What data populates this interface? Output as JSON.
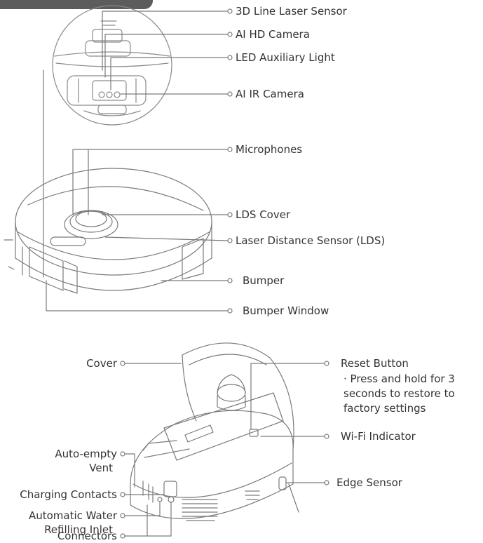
{
  "top_labels": {
    "line_laser": "3D Line Laser Sensor",
    "hd_camera": "AI HD Camera",
    "led_light": "LED Auxiliary Light",
    "ir_camera": "AI IR Camera",
    "microphones": "Microphones",
    "lds_cover": "LDS Cover",
    "lds": "Laser Distance Sensor (LDS)",
    "bumper": "Bumper",
    "bumper_window": "Bumper Window"
  },
  "bottom_labels": {
    "cover": "Cover",
    "reset_button": "Reset Button",
    "reset_note": "· Press and hold for 3 seconds to restore to factory settings",
    "wifi": "Wi-Fi Indicator",
    "edge_sensor": "Edge Sensor",
    "auto_empty_1": "Auto-empty",
    "auto_empty_2": "Vent",
    "charging": "Charging Contacts",
    "water_1": "Automatic Water",
    "water_2": "Refilling Inlet",
    "connectors": "Connectors"
  },
  "colors": {
    "line": "#7a7a7a",
    "text": "#333333",
    "tab": "#5c5c5c"
  }
}
